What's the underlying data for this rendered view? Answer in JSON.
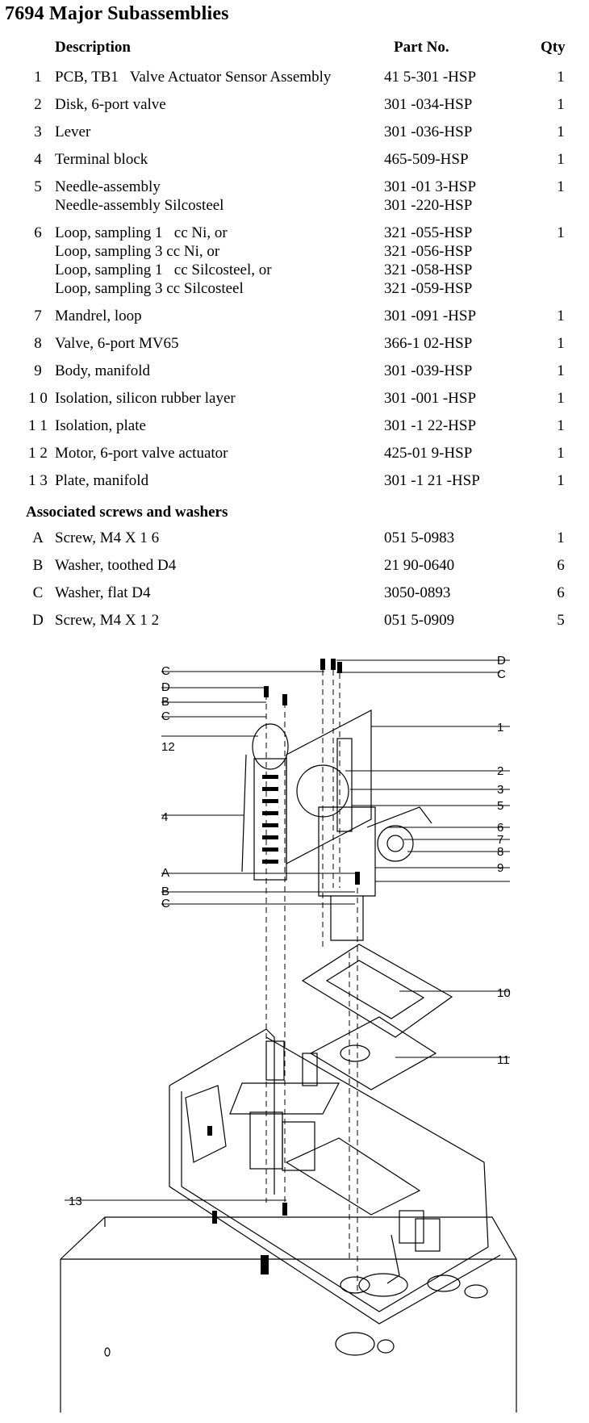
{
  "title": "7694 Major Subassemblies",
  "headers": {
    "description": "Description",
    "part": "Part No.",
    "qty": "Qty"
  },
  "parts": [
    {
      "num": "1",
      "desc": [
        "PCB, TB1   Valve Actuator Sensor Assembly"
      ],
      "part": [
        "41 5-301 -HSP"
      ],
      "qty": "1"
    },
    {
      "num": "2",
      "desc": [
        "Disk, 6-port valve"
      ],
      "part": [
        "301 -034-HSP"
      ],
      "qty": "1"
    },
    {
      "num": "3",
      "desc": [
        "Lever"
      ],
      "part": [
        "301 -036-HSP"
      ],
      "qty": "1"
    },
    {
      "num": "4",
      "desc": [
        "Terminal block"
      ],
      "part": [
        "465-509-HSP"
      ],
      "qty": "1"
    },
    {
      "num": "5",
      "desc": [
        "Needle-assembly",
        "Needle-assembly Silcosteel"
      ],
      "part": [
        "301 -01 3-HSP",
        "301 -220-HSP"
      ],
      "qty": "1"
    },
    {
      "num": "6",
      "desc": [
        "Loop, sampling 1   cc Ni, or",
        "Loop, sampling 3 cc Ni, or",
        "Loop, sampling 1   cc Silcosteel, or",
        "Loop, sampling 3 cc Silcosteel"
      ],
      "part": [
        "321 -055-HSP",
        "321 -056-HSP",
        "321 -058-HSP",
        "321 -059-HSP"
      ],
      "qty": "1"
    },
    {
      "num": "7",
      "desc": [
        "Mandrel, loop"
      ],
      "part": [
        "301 -091 -HSP"
      ],
      "qty": "1"
    },
    {
      "num": "8",
      "desc": [
        "Valve, 6-port MV65"
      ],
      "part": [
        "366-1 02-HSP"
      ],
      "qty": "1"
    },
    {
      "num": "9",
      "desc": [
        "Body, manifold"
      ],
      "part": [
        "301 -039-HSP"
      ],
      "qty": "1"
    },
    {
      "num": "1 0",
      "desc": [
        "Isolation, silicon rubber layer"
      ],
      "part": [
        "301 -001 -HSP"
      ],
      "qty": "1"
    },
    {
      "num": "1 1",
      "desc": [
        "Isolation, plate"
      ],
      "part": [
        "301 -1 22-HSP"
      ],
      "qty": "1"
    },
    {
      "num": "1 2",
      "desc": [
        "Motor, 6-port valve actuator"
      ],
      "part": [
        "425-01 9-HSP"
      ],
      "qty": "1"
    },
    {
      "num": "1 3",
      "desc": [
        "Plate, manifold"
      ],
      "part": [
        "301 -1 21 -HSP"
      ],
      "qty": "1"
    }
  ],
  "screws_title": "Associated screws and washers",
  "screws": [
    {
      "num": "A",
      "desc": [
        "Screw, M4 X 1 6"
      ],
      "part": [
        "051 5-0983"
      ],
      "qty": "1"
    },
    {
      "num": "B",
      "desc": [
        "Washer, toothed D4"
      ],
      "part": [
        "21 90-0640"
      ],
      "qty": "6"
    },
    {
      "num": "C",
      "desc": [
        "Washer, flat D4"
      ],
      "part": [
        "3050-0893"
      ],
      "qty": "6"
    },
    {
      "num": "D",
      "desc": [
        "Screw, M4 X 1 2"
      ],
      "part": [
        "051 5-0909"
      ],
      "qty": "5"
    }
  ],
  "diagram": {
    "left_labels": [
      "C",
      "D",
      "B",
      "C",
      "12",
      "4",
      "A",
      "B",
      "C",
      "13"
    ],
    "right_labels": [
      "D",
      "C",
      "1",
      "2",
      "3",
      "5",
      "6",
      "7",
      "8",
      "9",
      "10",
      "11"
    ]
  }
}
